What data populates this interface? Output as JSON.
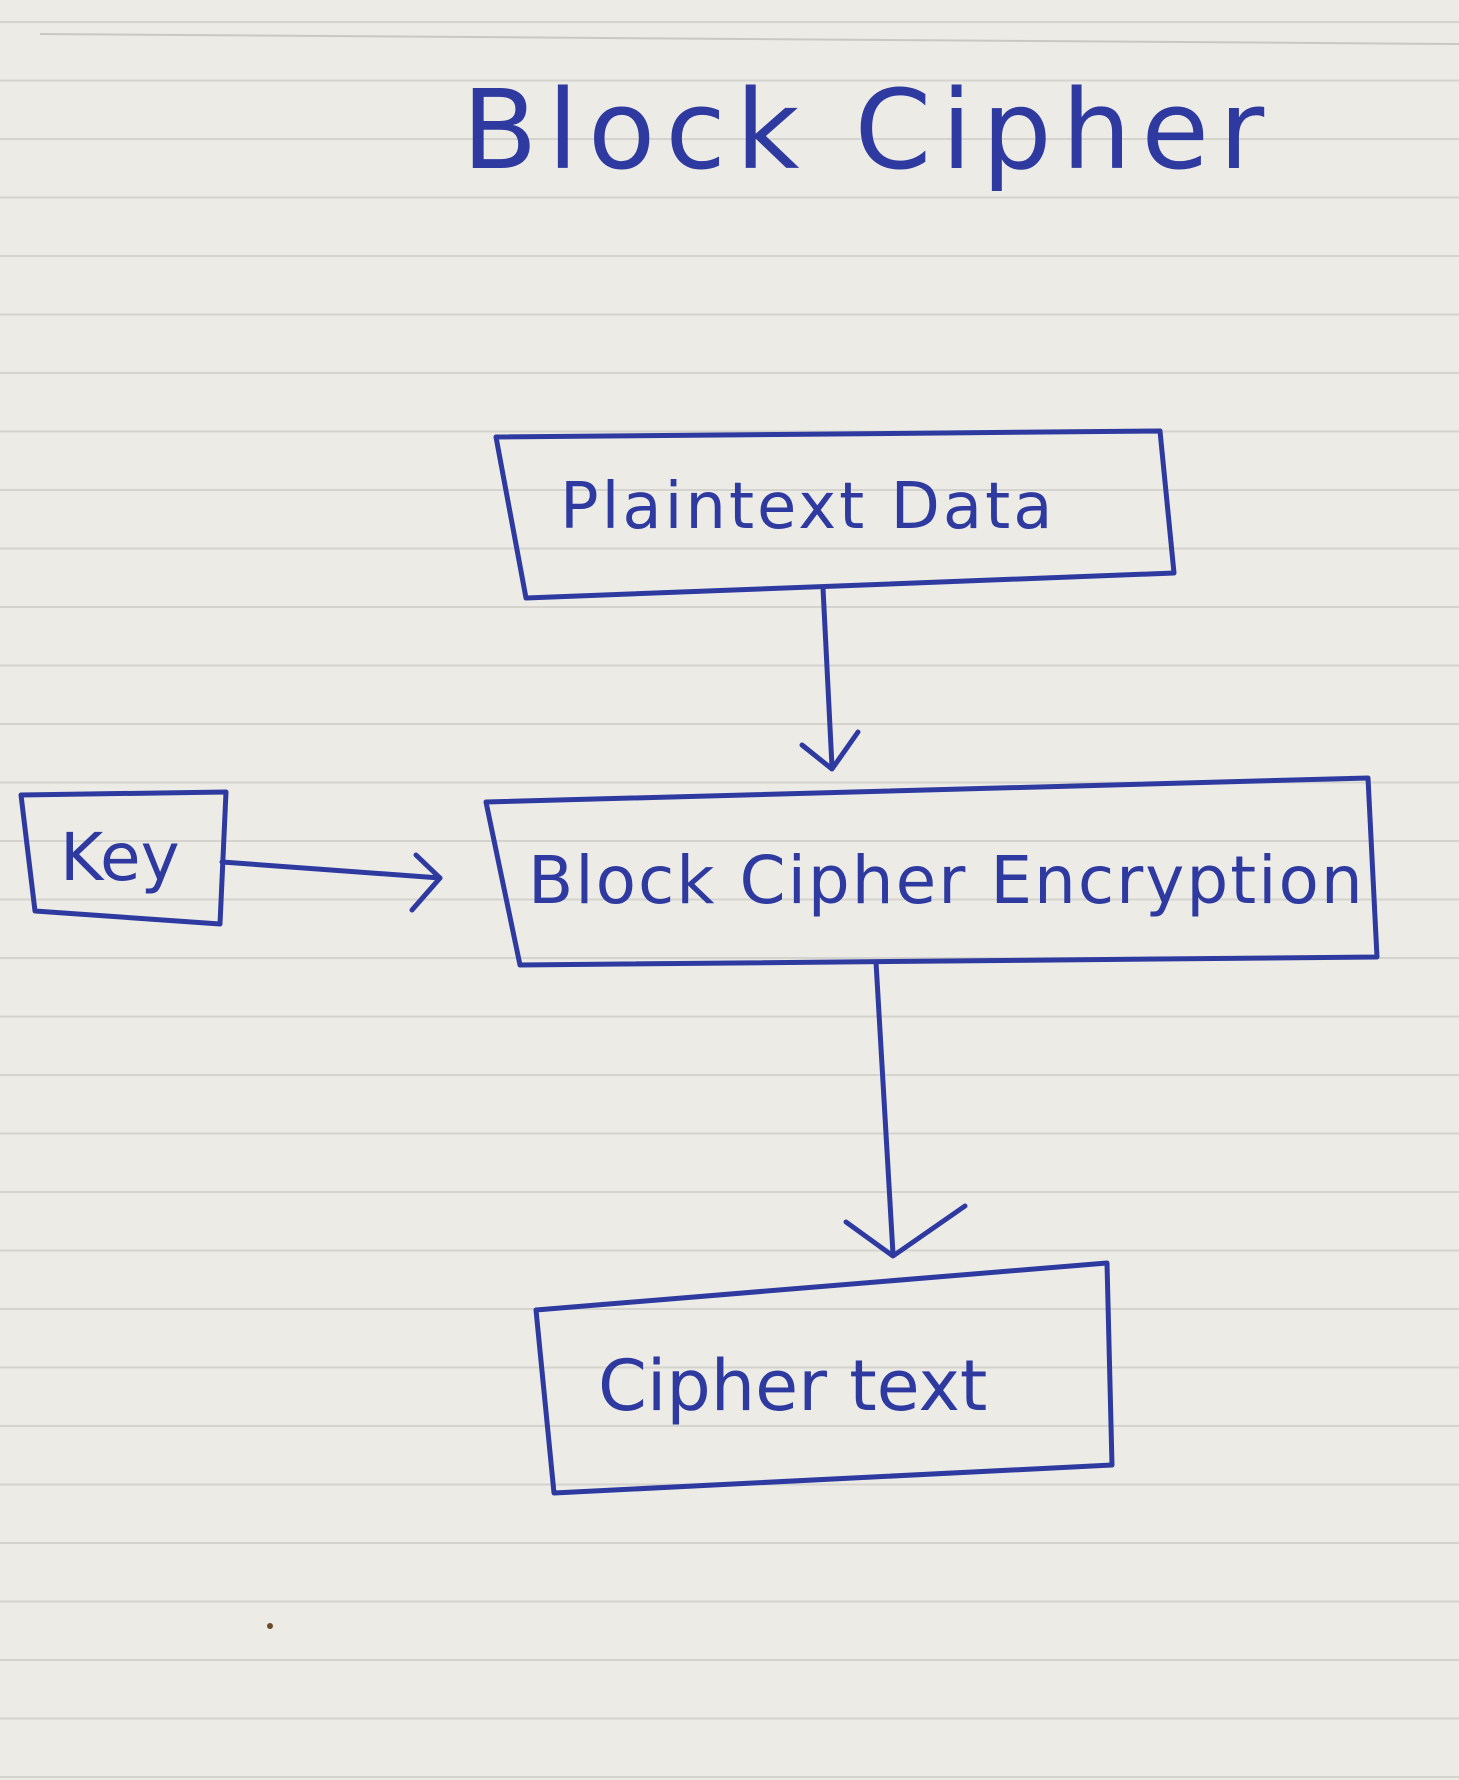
{
  "colors": {
    "paper": "#ecebe6",
    "rule_line": "#d2d1cb",
    "ink": "#2e3aa0"
  },
  "diagram": {
    "title": "Block Cipher",
    "nodes": {
      "plaintext": {
        "label": "Plaintext Data"
      },
      "key": {
        "label": "Key"
      },
      "encryption": {
        "label": "Block Cipher Encryption"
      },
      "ciphertext": {
        "label": "Cipher text"
      }
    },
    "edges": [
      {
        "from": "plaintext",
        "to": "encryption"
      },
      {
        "from": "key",
        "to": "encryption"
      },
      {
        "from": "encryption",
        "to": "ciphertext"
      }
    ]
  }
}
